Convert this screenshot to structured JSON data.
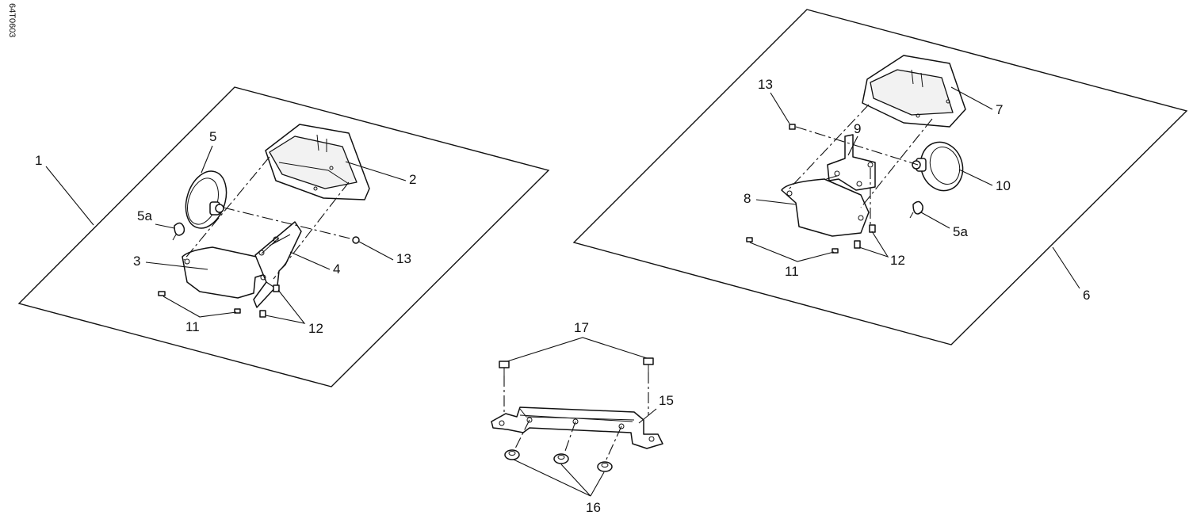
{
  "drawing_code": "64T0603",
  "callouts": {
    "c1": "1",
    "c2": "2",
    "c3": "3",
    "c4": "4",
    "c5": "5",
    "c5a_left": "5a",
    "c6": "6",
    "c7": "7",
    "c8": "8",
    "c9": "9",
    "c10": "10",
    "c11_left": "11",
    "c11_right": "11",
    "c12_left": "12",
    "c12_right": "12",
    "c13_left": "13",
    "c13_right": "13",
    "c5a_right": "5a",
    "c15": "15",
    "c16": "16",
    "c17": "17"
  }
}
